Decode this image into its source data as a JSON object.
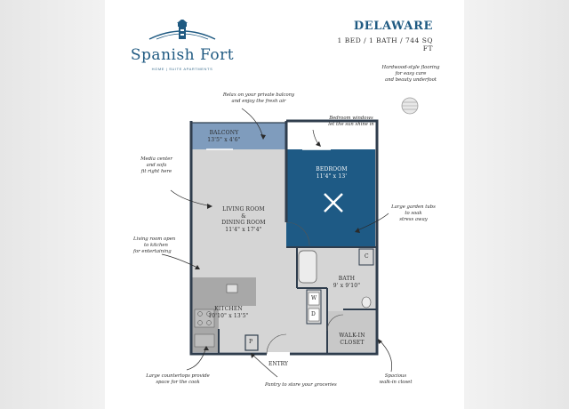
{
  "brand": {
    "name": "Spanish Fort",
    "tagline": "HOME | SUITE APARTMENTS"
  },
  "plan": {
    "title": "DELAWARE",
    "subtitle": "1 BED / 1 BATH / 744 SQ FT"
  },
  "rooms": {
    "balcony": {
      "name": "BALCONY",
      "size": "13'5\" x 4'6\""
    },
    "bedroom": {
      "name": "BEDROOM",
      "size": "11'4\" x 13'"
    },
    "living": {
      "name_line1": "LIVING ROOM",
      "name_line2": "&",
      "name_line3": "DINING ROOM",
      "size": "11'4\" x 17'4\""
    },
    "bath": {
      "name": "BATH",
      "size": "9' x 9'10\""
    },
    "kitchen": {
      "name": "KITCHEN",
      "size": "10'10\" x 13'5\""
    },
    "closet": {
      "name_line1": "WALK-IN",
      "name_line2": "CLOSET"
    },
    "entry": "ENTRY",
    "c_label": "C",
    "w_label": "W",
    "d_label": "D",
    "p_label": "P"
  },
  "notes": {
    "flooring": [
      "Hardwood-style flooring",
      "for easy care",
      "and beauty underfoot"
    ],
    "balcony": [
      "Relax on your private balcony",
      "and enjoy the fresh air"
    ],
    "windows": [
      "Bedroom windows",
      "let the sun shine in"
    ],
    "media": [
      "Media center",
      "and sofa",
      "fit right here"
    ],
    "tubs": [
      "Large garden tubs",
      "to soak",
      "stress away"
    ],
    "open": [
      "Living room open",
      "to kitchen",
      "for entertaining"
    ],
    "counters": [
      "Large countertops provide",
      "space for the cook"
    ],
    "pantry": "Pantry to store your groceries",
    "closet": [
      "Spacious",
      "walk-in closet"
    ]
  },
  "colors": {
    "brand_blue": "#1f5a82",
    "bedroom_blue": "#1e5a85",
    "balcony_blue": "#7f9cbd",
    "floor_gray": "#d3d3d3",
    "kitchen_gray": "#a9a9a9",
    "wall": "#2f3d4d"
  }
}
